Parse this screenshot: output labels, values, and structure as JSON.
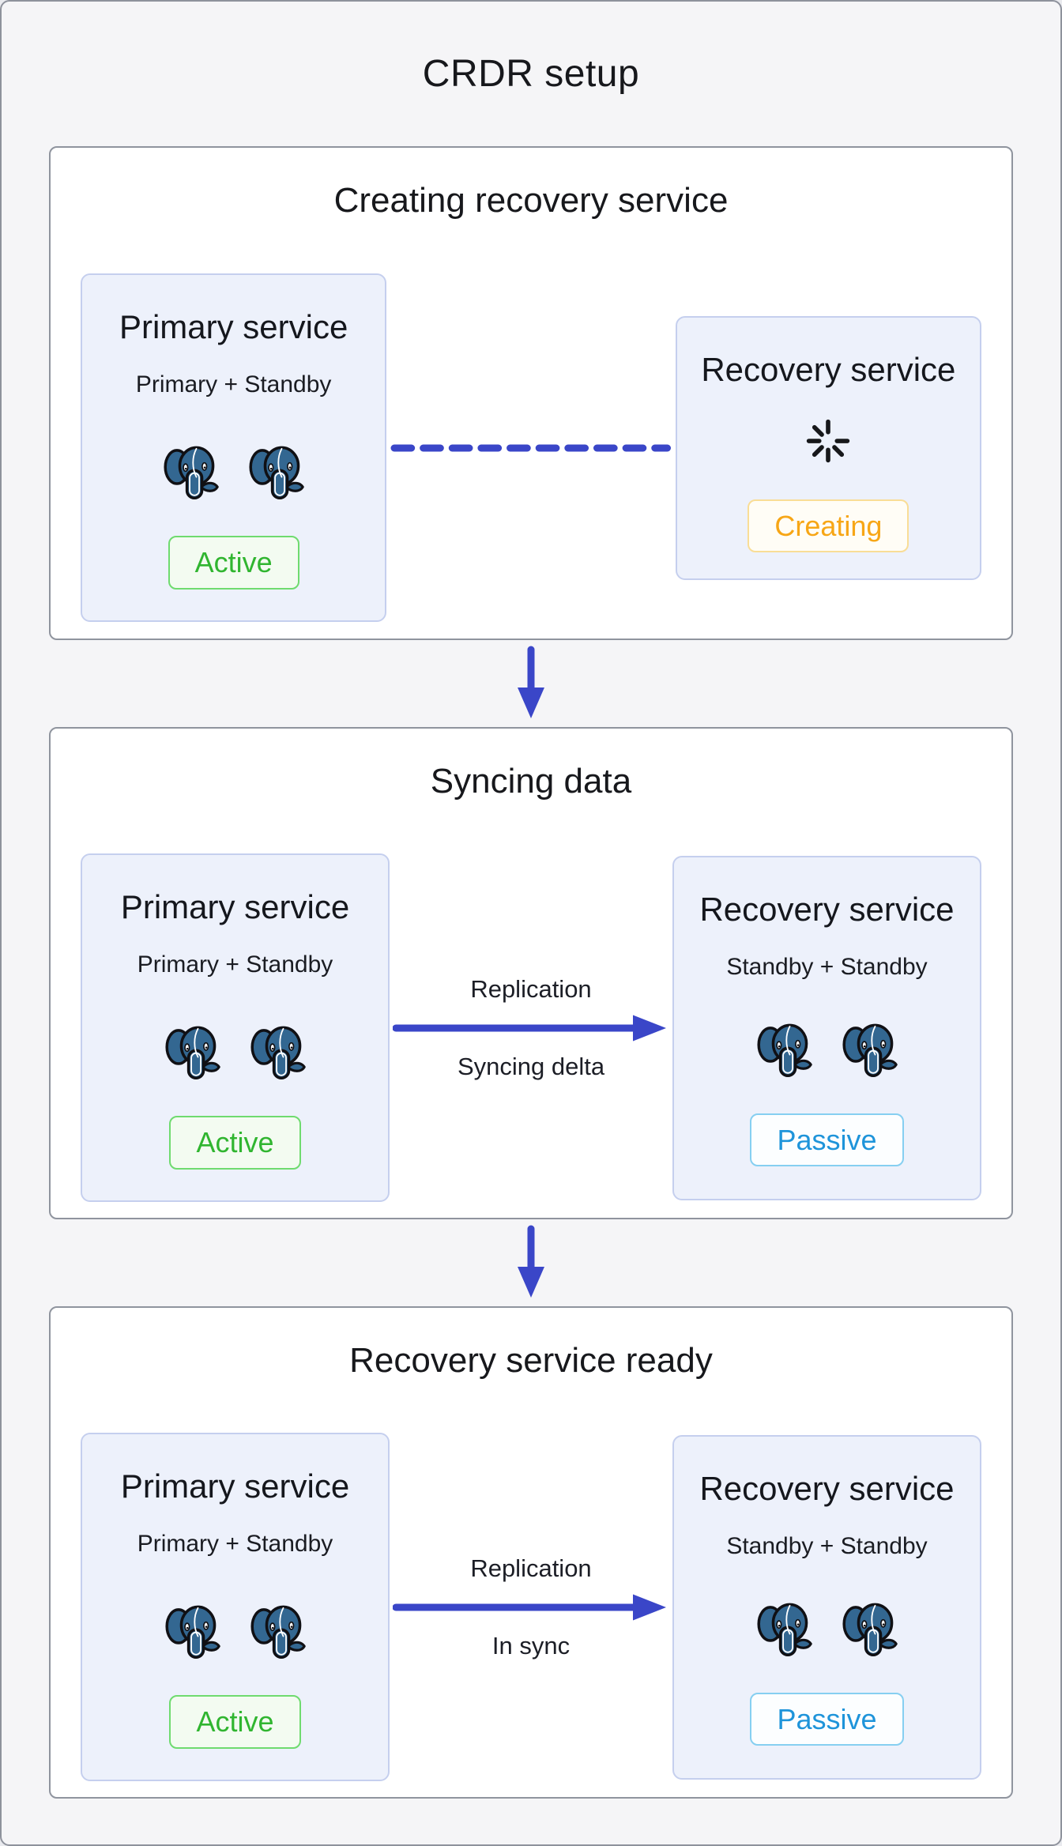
{
  "title": "CRDR setup",
  "colors": {
    "accent_blue": "#3a46c8",
    "postgres_blue": "#336791",
    "active_green": "#30b530",
    "creating_orange": "#f7a616",
    "passive_blue": "#1e94da"
  },
  "stages": [
    {
      "title": "Creating recovery service",
      "primary": {
        "title": "Primary service",
        "subtitle": "Primary + Standby",
        "status": "Active",
        "instance_count": 2,
        "instance_icon": "postgres-elephant"
      },
      "recovery": {
        "title": "Recovery service",
        "status": "Creating",
        "spinner_icon": "loading-spinner"
      },
      "connection": {
        "style": "dashed-line"
      }
    },
    {
      "title": "Syncing data",
      "primary": {
        "title": "Primary service",
        "subtitle": "Primary + Standby",
        "status": "Active",
        "instance_count": 2,
        "instance_icon": "postgres-elephant"
      },
      "recovery": {
        "title": "Recovery service",
        "subtitle": "Standby + Standby",
        "status": "Passive",
        "instance_count": 2,
        "instance_icon": "postgres-elephant"
      },
      "connection": {
        "style": "arrow-right",
        "label_top": "Replication",
        "label_bottom": "Syncing delta"
      }
    },
    {
      "title": "Recovery service ready",
      "primary": {
        "title": "Primary service",
        "subtitle": "Primary + Standby",
        "status": "Active",
        "instance_count": 2,
        "instance_icon": "postgres-elephant"
      },
      "recovery": {
        "title": "Recovery service",
        "subtitle": "Standby + Standby",
        "status": "Passive",
        "instance_count": 2,
        "instance_icon": "postgres-elephant"
      },
      "connection": {
        "style": "arrow-right",
        "label_top": "Replication",
        "label_bottom": "In sync"
      }
    }
  ]
}
